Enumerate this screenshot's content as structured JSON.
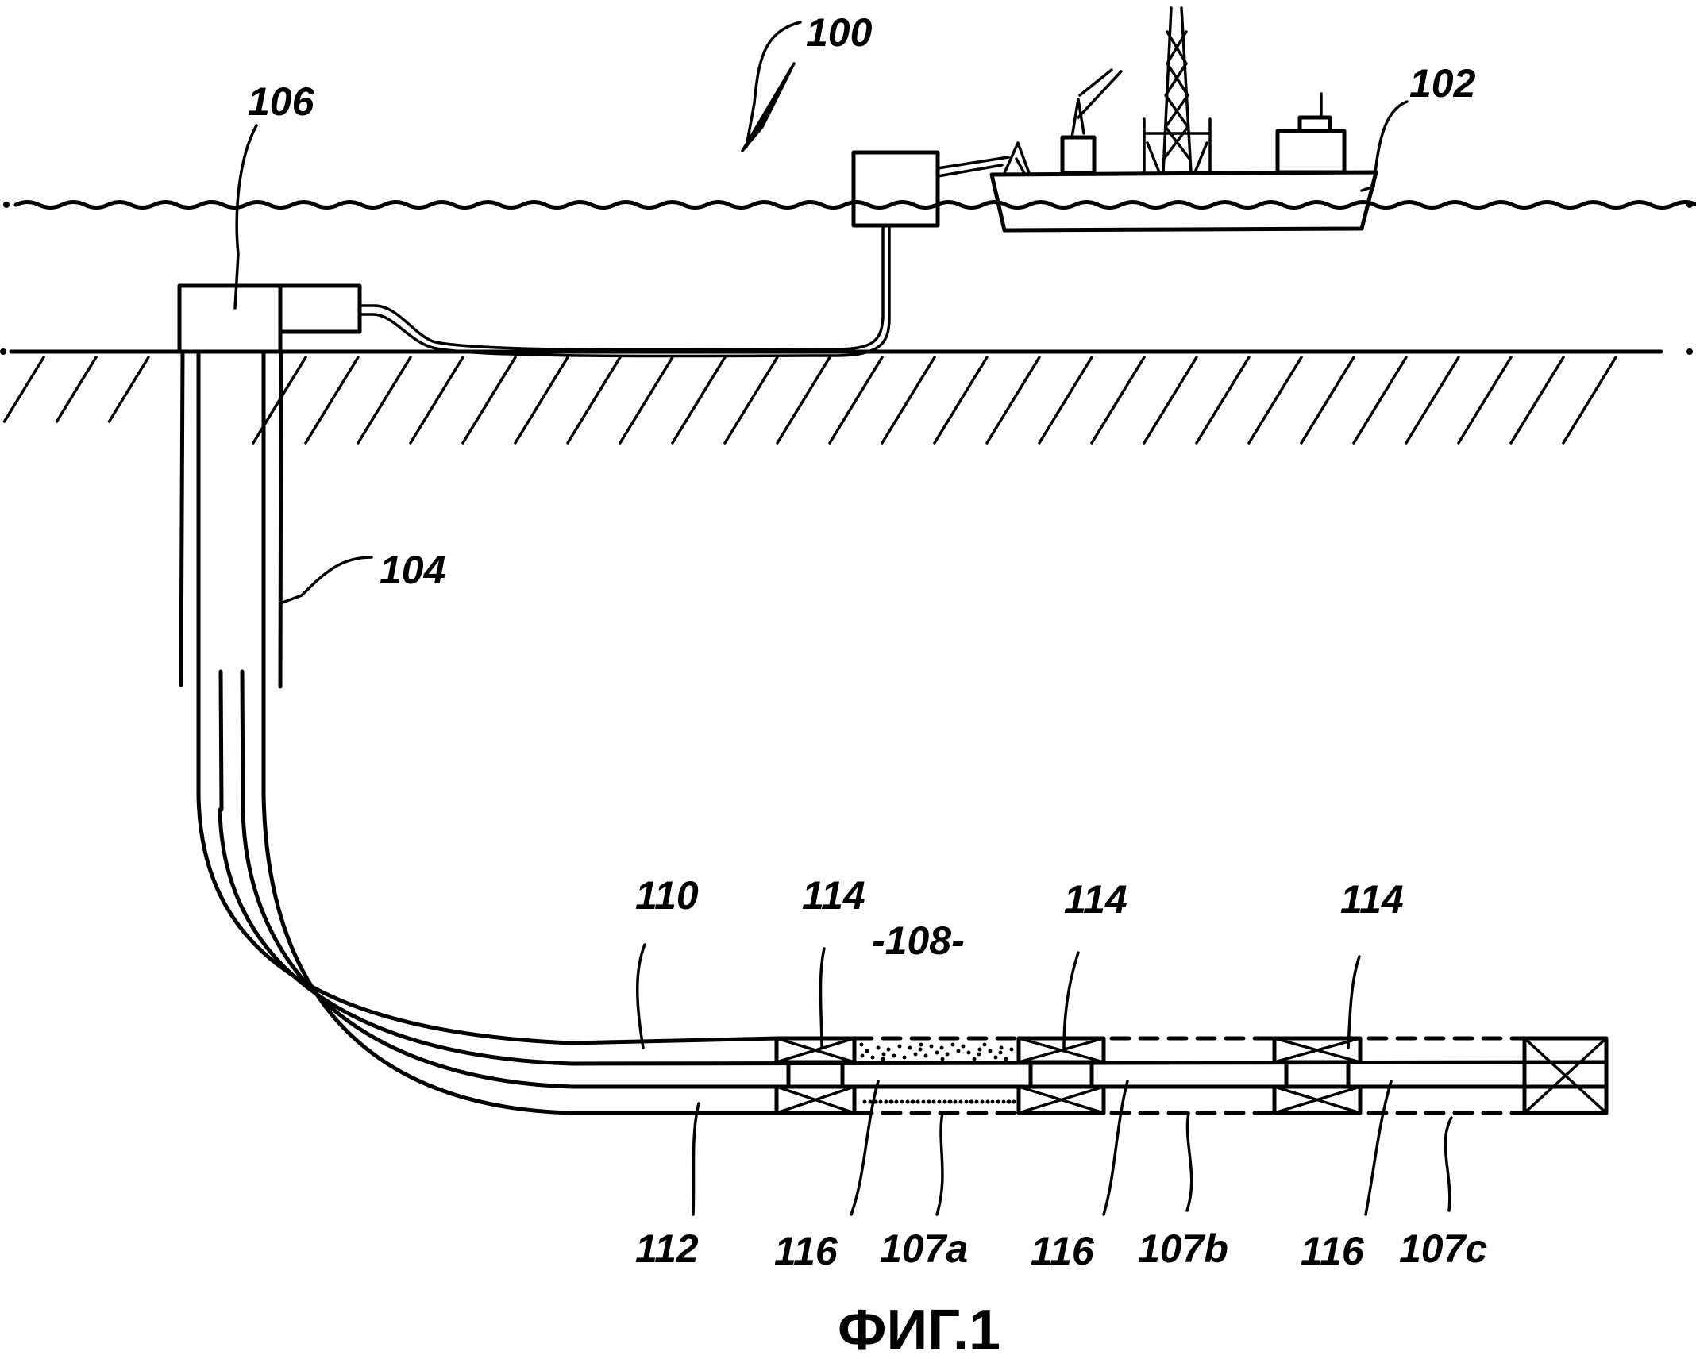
{
  "figure": {
    "caption": "ФИГ.1",
    "system_label": "100",
    "labels": {
      "vessel": "102",
      "wellbore": "104",
      "wellhead": "106",
      "formation": "-108-",
      "upper_conduit": "110",
      "lower_conduit": "112",
      "packers": [
        "114",
        "114",
        "114"
      ],
      "ports": [
        "116",
        "116",
        "116"
      ],
      "zones": [
        "107a",
        "107b",
        "107c"
      ]
    },
    "colors": {
      "ink": "#000000",
      "paper": "#ffffff"
    }
  }
}
